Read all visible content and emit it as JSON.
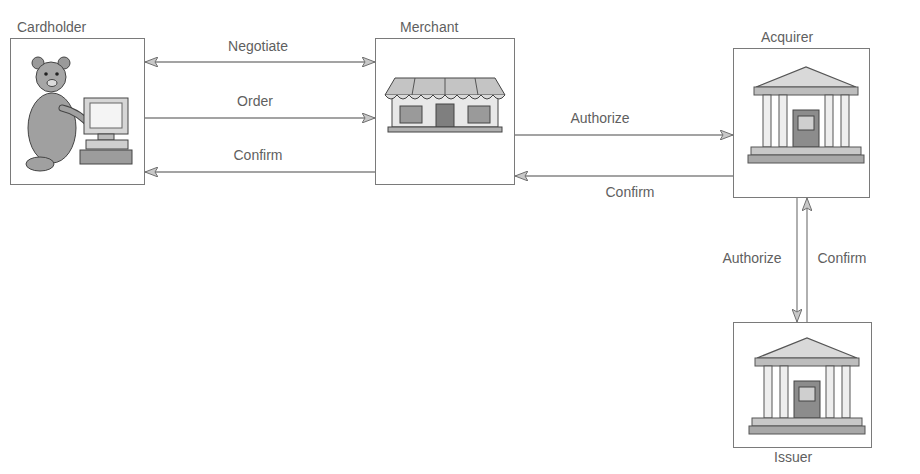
{
  "diagram": {
    "nodes": [
      {
        "text": [
          "Cardholder"
        ]
      },
      {
        "text": [
          "Merchant"
        ]
      },
      {
        "text": [
          "Acquirer"
        ]
      },
      {
        "text": [
          "Issuer"
        ]
      }
    ],
    "edges": [
      {
        "from": 0,
        "to": 1,
        "label": "Negotiate",
        "arrow": "both"
      },
      {
        "from": 0,
        "to": 1,
        "label": "Order",
        "arrow": "to"
      },
      {
        "from": 1,
        "to": 0,
        "label": "Confirm",
        "arrow": "to"
      },
      {
        "from": 1,
        "to": 2,
        "label": "Authorize",
        "arrow": "to"
      },
      {
        "from": 2,
        "to": 1,
        "label": "Confirm",
        "arrow": "to"
      },
      {
        "from": 2,
        "to": 3,
        "label": "Authorize",
        "arrow": "to"
      },
      {
        "from": 3,
        "to": 2,
        "label": "Confirm",
        "arrow": "to"
      }
    ]
  }
}
